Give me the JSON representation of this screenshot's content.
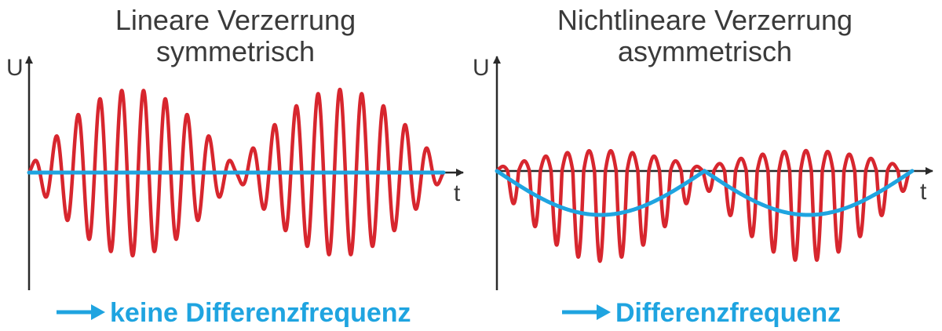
{
  "panels": [
    {
      "title_line1": "Lineare Verzerrung",
      "title_line2": "symmetrisch",
      "y_axis_label": "U",
      "x_axis_label": "t",
      "result_text": "keine Differenzfrequenz",
      "distortion": "symmetric"
    },
    {
      "title_line1": "Nichtlineare Verzerrung",
      "title_line2": "asymmetrisch",
      "y_axis_label": "U",
      "x_axis_label": "t",
      "result_text": "Differenzfrequenz",
      "distortion": "asymmetric"
    }
  ],
  "colors": {
    "signal": "#d7262e",
    "difference": "#1fa4e0",
    "axis": "#2a2a2a",
    "text": "#3a3a3a",
    "result": "#1fa4e0"
  }
}
